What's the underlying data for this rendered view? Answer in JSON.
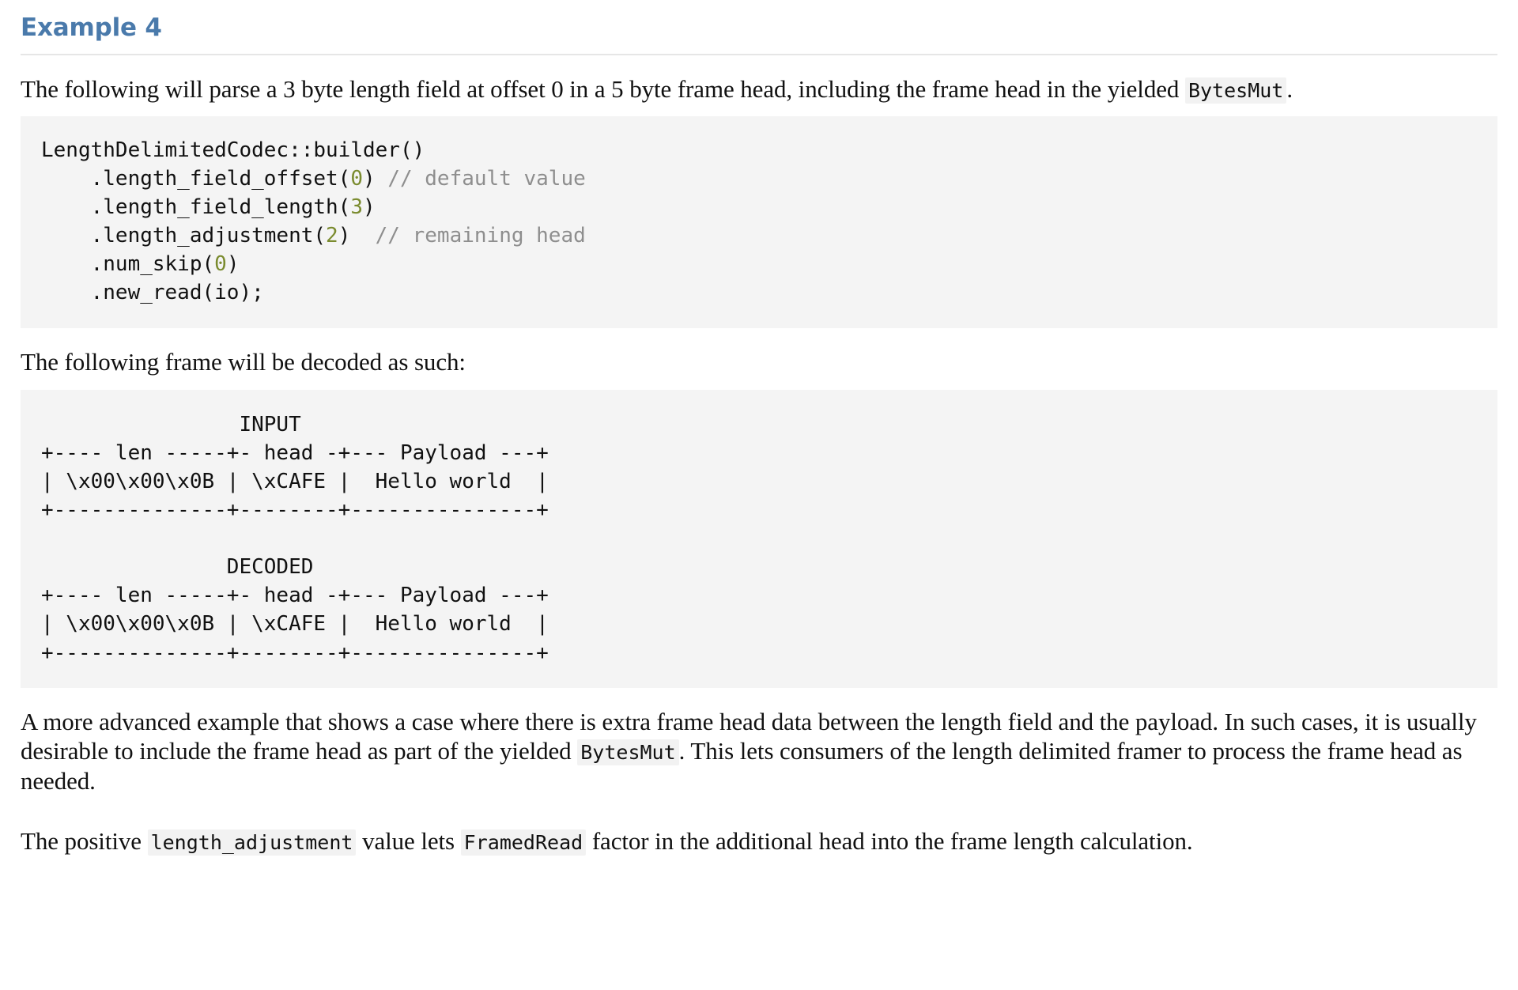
{
  "document": {
    "heading": "Example 4",
    "intro_paragraph": {
      "before_code": "The following will parse a 3 byte length field at offset 0 in a 5 byte frame head, including the frame head in the yielded ",
      "code": "BytesMut",
      "after_code": "."
    },
    "code_block": {
      "language": "rust",
      "lines": [
        {
          "segments": [
            {
              "text": "LengthDelimitedCodec::builder()",
              "type": "plain"
            }
          ]
        },
        {
          "segments": [
            {
              "text": "    .length_field_offset(",
              "type": "plain"
            },
            {
              "text": "0",
              "type": "number"
            },
            {
              "text": ") ",
              "type": "plain"
            },
            {
              "text": "// default value",
              "type": "comment"
            }
          ]
        },
        {
          "segments": [
            {
              "text": "    .length_field_length(",
              "type": "plain"
            },
            {
              "text": "3",
              "type": "number"
            },
            {
              "text": ")",
              "type": "plain"
            }
          ]
        },
        {
          "segments": [
            {
              "text": "    .length_adjustment(",
              "type": "plain"
            },
            {
              "text": "2",
              "type": "number"
            },
            {
              "text": ")  ",
              "type": "plain"
            },
            {
              "text": "// remaining head",
              "type": "comment"
            }
          ]
        },
        {
          "segments": [
            {
              "text": "    .num_skip(",
              "type": "plain"
            },
            {
              "text": "0",
              "type": "number"
            },
            {
              "text": ")",
              "type": "plain"
            }
          ]
        },
        {
          "segments": [
            {
              "text": "    .new_read(io);",
              "type": "plain"
            }
          ]
        }
      ]
    },
    "frame_paragraph": "The following frame will be decoded as such:",
    "ascii_block": {
      "input_label": "INPUT",
      "decoded_label": "DECODED",
      "text": "                INPUT\n+---- len -----+- head -+--- Payload ---+\n| \\x00\\x00\\x0B | \\xCAFE |  Hello world  |\n+--------------+--------+---------------+\n\n               DECODED\n+---- len -----+- head -+--- Payload ---+\n| \\x00\\x00\\x0B | \\xCAFE |  Hello world  |\n+--------------+--------+---------------+",
      "rows": {
        "len_field": "\\x00\\x00\\x0B",
        "head_field": "\\xCAFE",
        "payload_field": "Hello world",
        "column_headers": [
          "len",
          "head",
          "Payload"
        ]
      }
    },
    "advanced_paragraph": {
      "part1": "A more advanced example that shows a case where there is extra frame head data between the length field and the payload. In such cases, it is usually desirable to include the frame head as part of the yielded ",
      "code1": "BytesMut",
      "part2": ". This lets consumers of the length delimited framer to process the frame head as needed."
    },
    "positive_paragraph": {
      "part1": "The positive ",
      "code1": "length_adjustment",
      "part2": " value lets ",
      "code2": "FramedRead",
      "part3": " factor in the additional head into the frame length calculation."
    }
  },
  "colors": {
    "heading": "#4a7aab",
    "rule": "#e6e6e6",
    "code_background": "#f4f4f4",
    "inline_code_background": "#f2f2f2",
    "number_token": "#7a8b2e",
    "comment_token": "#8e8e8e",
    "body_text": "#111111",
    "page_background": "#ffffff"
  }
}
